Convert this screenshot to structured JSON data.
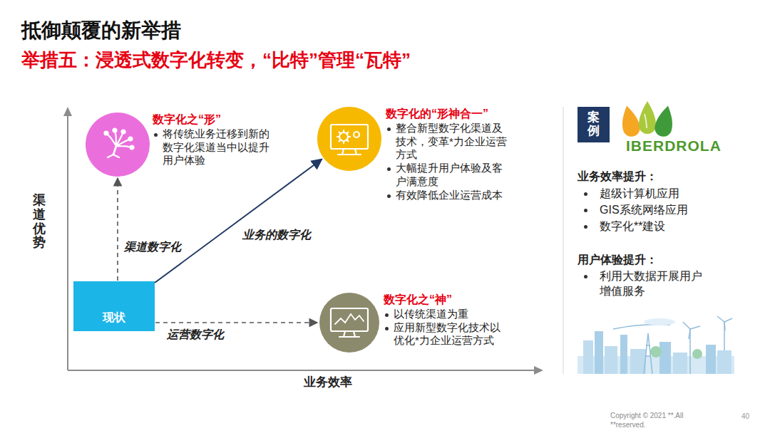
{
  "diagram": {
    "title": "抵御颠覆的新举措",
    "nodes": [
      {
        "text": [
          "现状"
        ]
      },
      {
        "text": [
          "数字化之“形”",
          "将传统业务迁移到新的数字化渠道当中以提升用户体验"
        ]
      },
      {
        "text": [
          "数字化的“形神合一”",
          "整合新型数字化渠道及技术，变革*力企业运营方式",
          "大幅提升用户体验及客户满意度",
          "有效降低企业运营成本"
        ]
      },
      {
        "text": [
          "数字化之“神”",
          "以传统渠道为重",
          "应用新型数字化技术以优化*力企业运营方式"
        ]
      },
      {
        "text": [
          "案例"
        ]
      }
    ],
    "edges": [
      {
        "from": 0,
        "to": 1,
        "label": "渠道数字化",
        "arrow": "to"
      },
      {
        "from": 0,
        "to": 2,
        "label": "业务的数字化",
        "arrow": "to"
      },
      {
        "from": 0,
        "to": 3,
        "label": "运营数字化",
        "arrow": "to"
      }
    ],
    "labels": [
      "举措五：浸透式数字化转变，“比特”管理“瓦特”",
      "渠道优势",
      "业务效率",
      "IBERDROLA",
      "业务效率提升：",
      "超级计算机应用",
      "GIS系统网络应用",
      "数字化**建设",
      "用户体验提升：",
      "利用大数据开展用户增值服务",
      "Copyright © 2021 **.All **reserved.",
      "40"
    ]
  }
}
